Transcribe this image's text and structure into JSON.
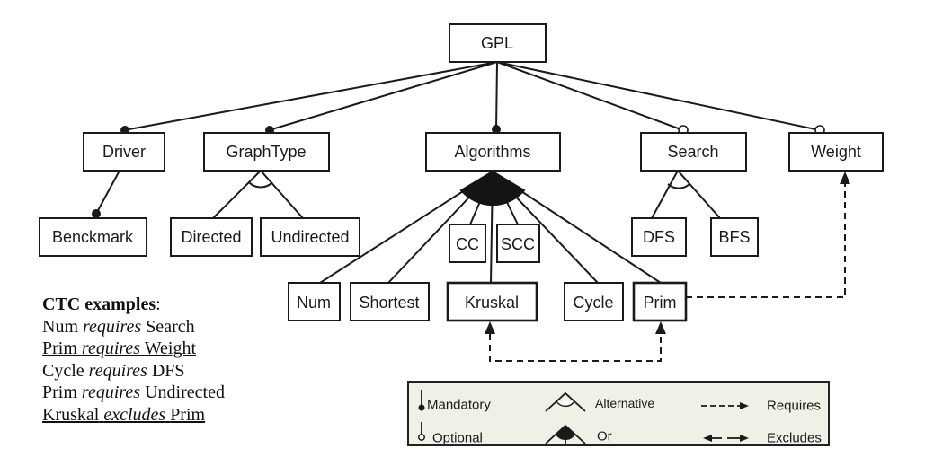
{
  "diagram": {
    "root": "GPL",
    "features": {
      "gpl": "GPL",
      "driver": "Driver",
      "graphtype": "GraphType",
      "algorithms": "Algorithms",
      "search": "Search",
      "weight": "Weight",
      "benckmark": "Benckmark",
      "directed": "Directed",
      "undirected": "Undirected",
      "cc": "CC",
      "scc": "SCC",
      "dfs": "DFS",
      "bfs": "BFS",
      "num": "Num",
      "shortest": "Shortest",
      "kruskal": "Kruskal",
      "cycle": "Cycle",
      "prim": "Prim"
    },
    "relations": [
      {
        "parent": "GPL",
        "child": "Driver",
        "type": "mandatory"
      },
      {
        "parent": "GPL",
        "child": "GraphType",
        "type": "mandatory"
      },
      {
        "parent": "GPL",
        "child": "Algorithms",
        "type": "mandatory"
      },
      {
        "parent": "GPL",
        "child": "Search",
        "type": "optional"
      },
      {
        "parent": "GPL",
        "child": "Weight",
        "type": "optional"
      },
      {
        "parent": "Driver",
        "child": "Benckmark",
        "type": "mandatory"
      },
      {
        "parent": "GraphType",
        "children": [
          "Directed",
          "Undirected"
        ],
        "type": "alternative"
      },
      {
        "parent": "Search",
        "children": [
          "DFS",
          "BFS"
        ],
        "type": "alternative"
      },
      {
        "parent": "Algorithms",
        "children": [
          "Num",
          "Shortest",
          "CC",
          "SCC",
          "Kruskal",
          "Cycle",
          "Prim"
        ],
        "type": "or"
      }
    ],
    "cross_tree": [
      {
        "from": "Prim",
        "to": "Weight",
        "type": "requires"
      },
      {
        "from": "Kruskal",
        "to": "Prim",
        "type": "excludes"
      }
    ]
  },
  "ctc": {
    "title": "CTC examples",
    "colon": ":",
    "lines": [
      {
        "a": "Num",
        "op": "requires",
        "b": "Search",
        "underlined": false
      },
      {
        "a": "Prim",
        "op": "requires",
        "b": "Weight",
        "underlined": true
      },
      {
        "a": "Cycle",
        "op": "requires",
        "b": "DFS",
        "underlined": false
      },
      {
        "a": "Prim",
        "op": "requires",
        "b": "Undirected",
        "underlined": false
      },
      {
        "a": "Kruskal",
        "op": "excludes",
        "b": "Prim",
        "underlined": true
      }
    ]
  },
  "legend": {
    "mandatory": "Mandatory",
    "optional": "Optional",
    "alternative": "Alternative",
    "or": "Or",
    "requires": "Requires",
    "excludes": "Excludes"
  },
  "colors": {
    "ink": "#1a1a1a",
    "legend_bg": "#f0f0e6"
  }
}
